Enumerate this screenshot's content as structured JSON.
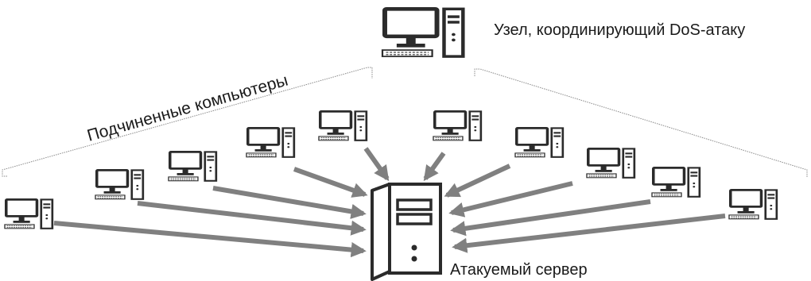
{
  "labels": {
    "coordinator": "Узел, координирующий DoS-атаку",
    "slaves": "Подчиненные компьютеры",
    "server": "Атакуемый сервер"
  },
  "nodes": {
    "coordinator_icon": "desktop-computer-icon",
    "slave_icon": "desktop-computer-icon",
    "slave_count": 10,
    "server_icon": "server-tower-icon"
  },
  "colors": {
    "arrow": "#808080",
    "icon": "#2b2b2b",
    "bracket": "#8a8a8a",
    "text": "#1a1a1a"
  }
}
